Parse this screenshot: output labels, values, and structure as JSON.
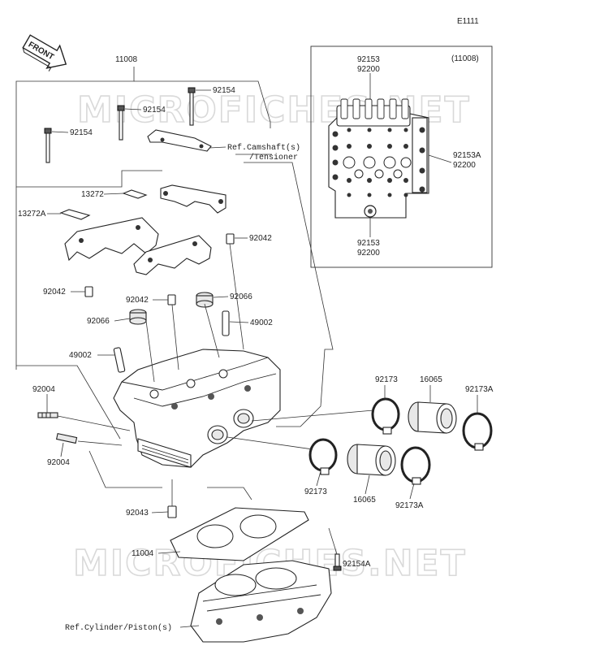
{
  "diagram_code": "E1111",
  "front_label": "FRONT",
  "watermark": "MICROFICHES.NET",
  "inset_label": "(11008)",
  "labels": {
    "p11008": "11008",
    "p92154_a": "92154",
    "p92154_b": "92154",
    "p92154_c": "92154",
    "ref_camshaft_1": "Ref.Camshaft(s)",
    "ref_camshaft_2": "/Tensioner",
    "p13272": "13272",
    "p13272A": "13272A",
    "p92042_a": "92042",
    "p92042_b": "92042",
    "p92042_c": "92042",
    "p92066_a": "92066",
    "p92066_b": "92066",
    "p49002_a": "49002",
    "p49002_b": "49002",
    "p92004_a": "92004",
    "p92004_b": "92004",
    "p92173_a": "92173",
    "p92173_b": "92173",
    "p92173A_a": "92173A",
    "p92173A_b": "92173A",
    "p16065_a": "16065",
    "p16065_b": "16065",
    "p92043": "92043",
    "p11004": "11004",
    "p92154A": "92154A",
    "ref_cylinder": "Ref.Cylinder/Piston(s)",
    "inset_top_1": "92153",
    "inset_top_2": "92200",
    "inset_right_1": "92153A",
    "inset_right_2": "92200",
    "inset_bottom_1": "92153",
    "inset_bottom_2": "92200"
  }
}
